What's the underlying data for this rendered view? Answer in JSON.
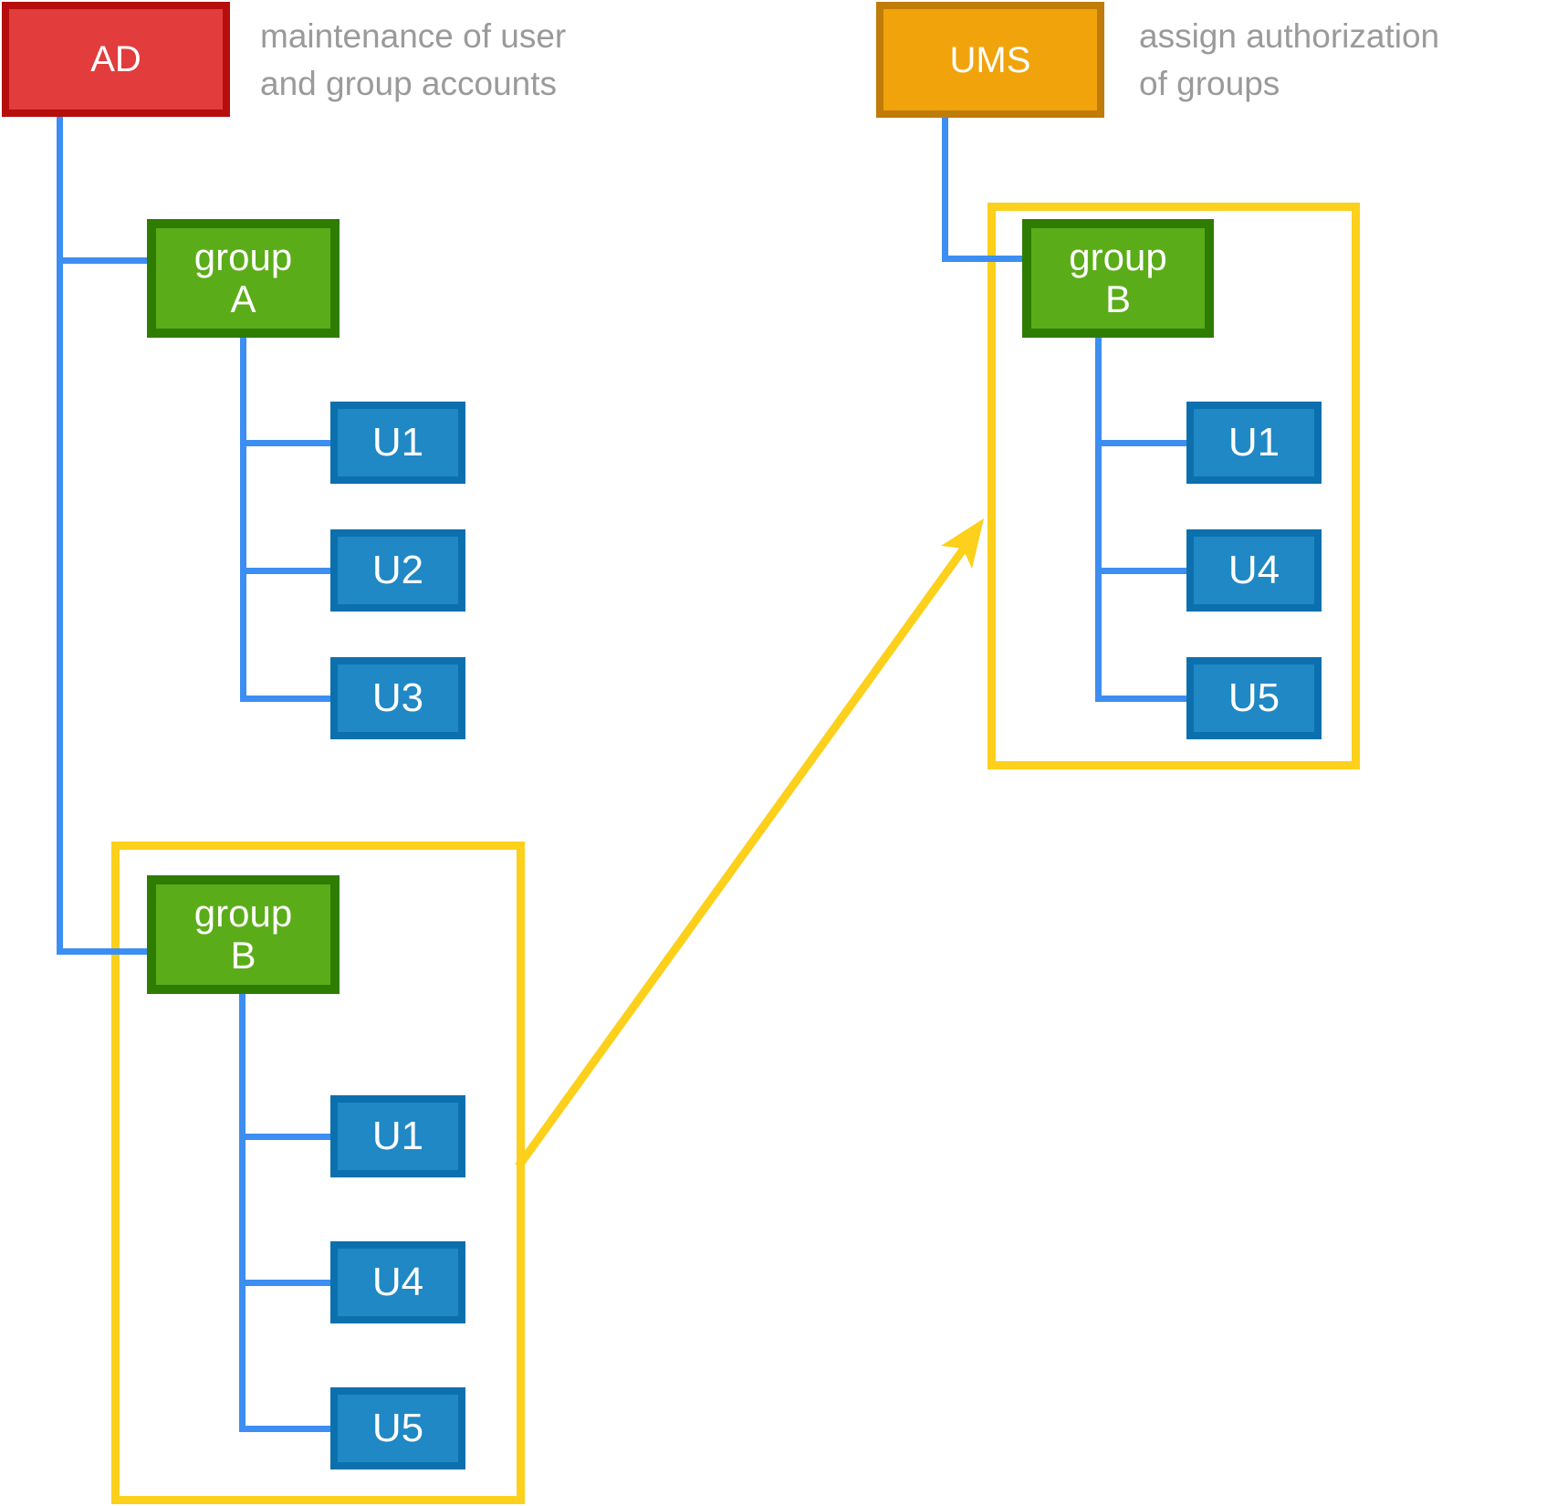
{
  "colors": {
    "red_fill": "#e23c3c",
    "red_border": "#b60d0d",
    "orange_fill": "#f0a30b",
    "orange_border": "#c07c08",
    "green_fill": "#5aad18",
    "green_border": "#2f7c02",
    "blue_fill": "#1f88c5",
    "blue_border": "#0c70ae",
    "line_blue": "#3d8ef2",
    "yellow": "#fcd01b",
    "caption_gray": "#9a9a9a",
    "label_white": "#ffffff"
  },
  "nodes": {
    "ad": {
      "label": "AD",
      "caption": [
        "maintenance of user",
        "and group accounts"
      ]
    },
    "ums": {
      "label": "UMS",
      "caption": [
        "assign authorization",
        "of groups"
      ]
    },
    "group_a": {
      "line1": "group",
      "line2": "A"
    },
    "group_b_ad": {
      "line1": "group",
      "line2": "B"
    },
    "group_b_ums": {
      "line1": "group",
      "line2": "B"
    },
    "users_group_a": [
      "U1",
      "U2",
      "U3"
    ],
    "users_group_b_ad": [
      "U1",
      "U4",
      "U5"
    ],
    "users_group_b_ums": [
      "U1",
      "U4",
      "U5"
    ]
  }
}
